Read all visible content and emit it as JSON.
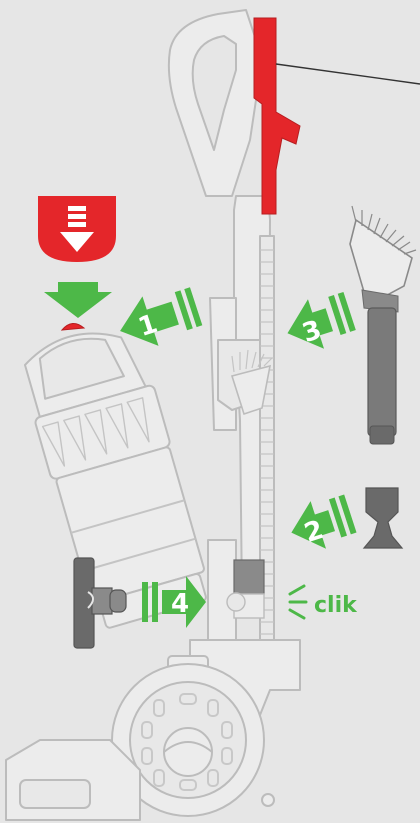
{
  "colors": {
    "background": "#e6e6e6",
    "outline": "#bcbcbc",
    "outline_light": "#d2d2d2",
    "part_fill": "#ececec",
    "accent_red": "#e4262a",
    "accent_green": "#4db848",
    "part_dark": "#6a6a6a",
    "part_mid": "#8a8a8a",
    "leader_line": "#333333"
  },
  "steps": [
    {
      "number": "1",
      "icon": "arrow-left-icon"
    },
    {
      "number": "2",
      "icon": "arrow-left-icon"
    },
    {
      "number": "3",
      "icon": "arrow-left-icon"
    },
    {
      "number": "4",
      "icon": "arrow-right-icon"
    }
  ],
  "click_label": "clik",
  "icons": {
    "release_badge": "push-down-icon",
    "press_arrow": "arrow-down-icon",
    "click_sound": "sound-lines-icon"
  }
}
